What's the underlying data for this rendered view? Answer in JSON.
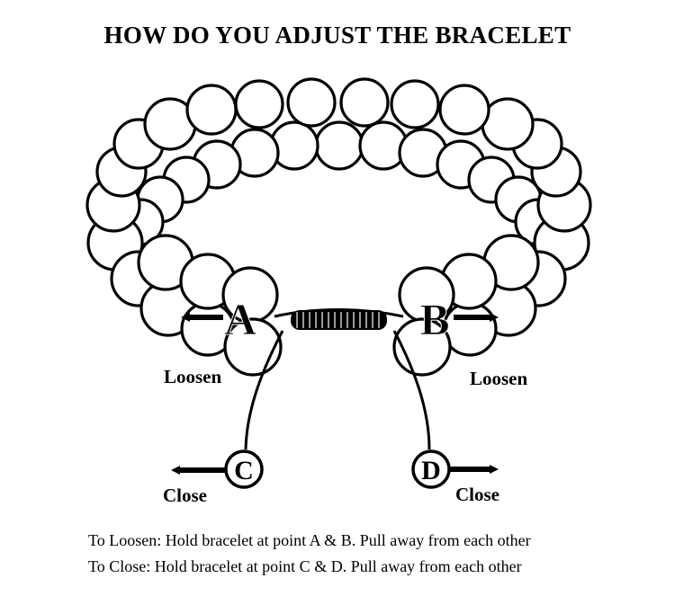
{
  "title": "HOW DO YOU ADJUST THE BRACELET",
  "points": {
    "a": "A",
    "b": "B",
    "c": "C",
    "d": "D"
  },
  "labels": {
    "loosen_left": "Loosen",
    "loosen_right": "Loosen",
    "close_left": "Close",
    "close_right": "Close"
  },
  "instructions": {
    "loosen": "To Loosen: Hold bracelet at point A & B. Pull away from each other",
    "close": "To Close: Hold bracelet at point C & D. Pull away from each other"
  }
}
